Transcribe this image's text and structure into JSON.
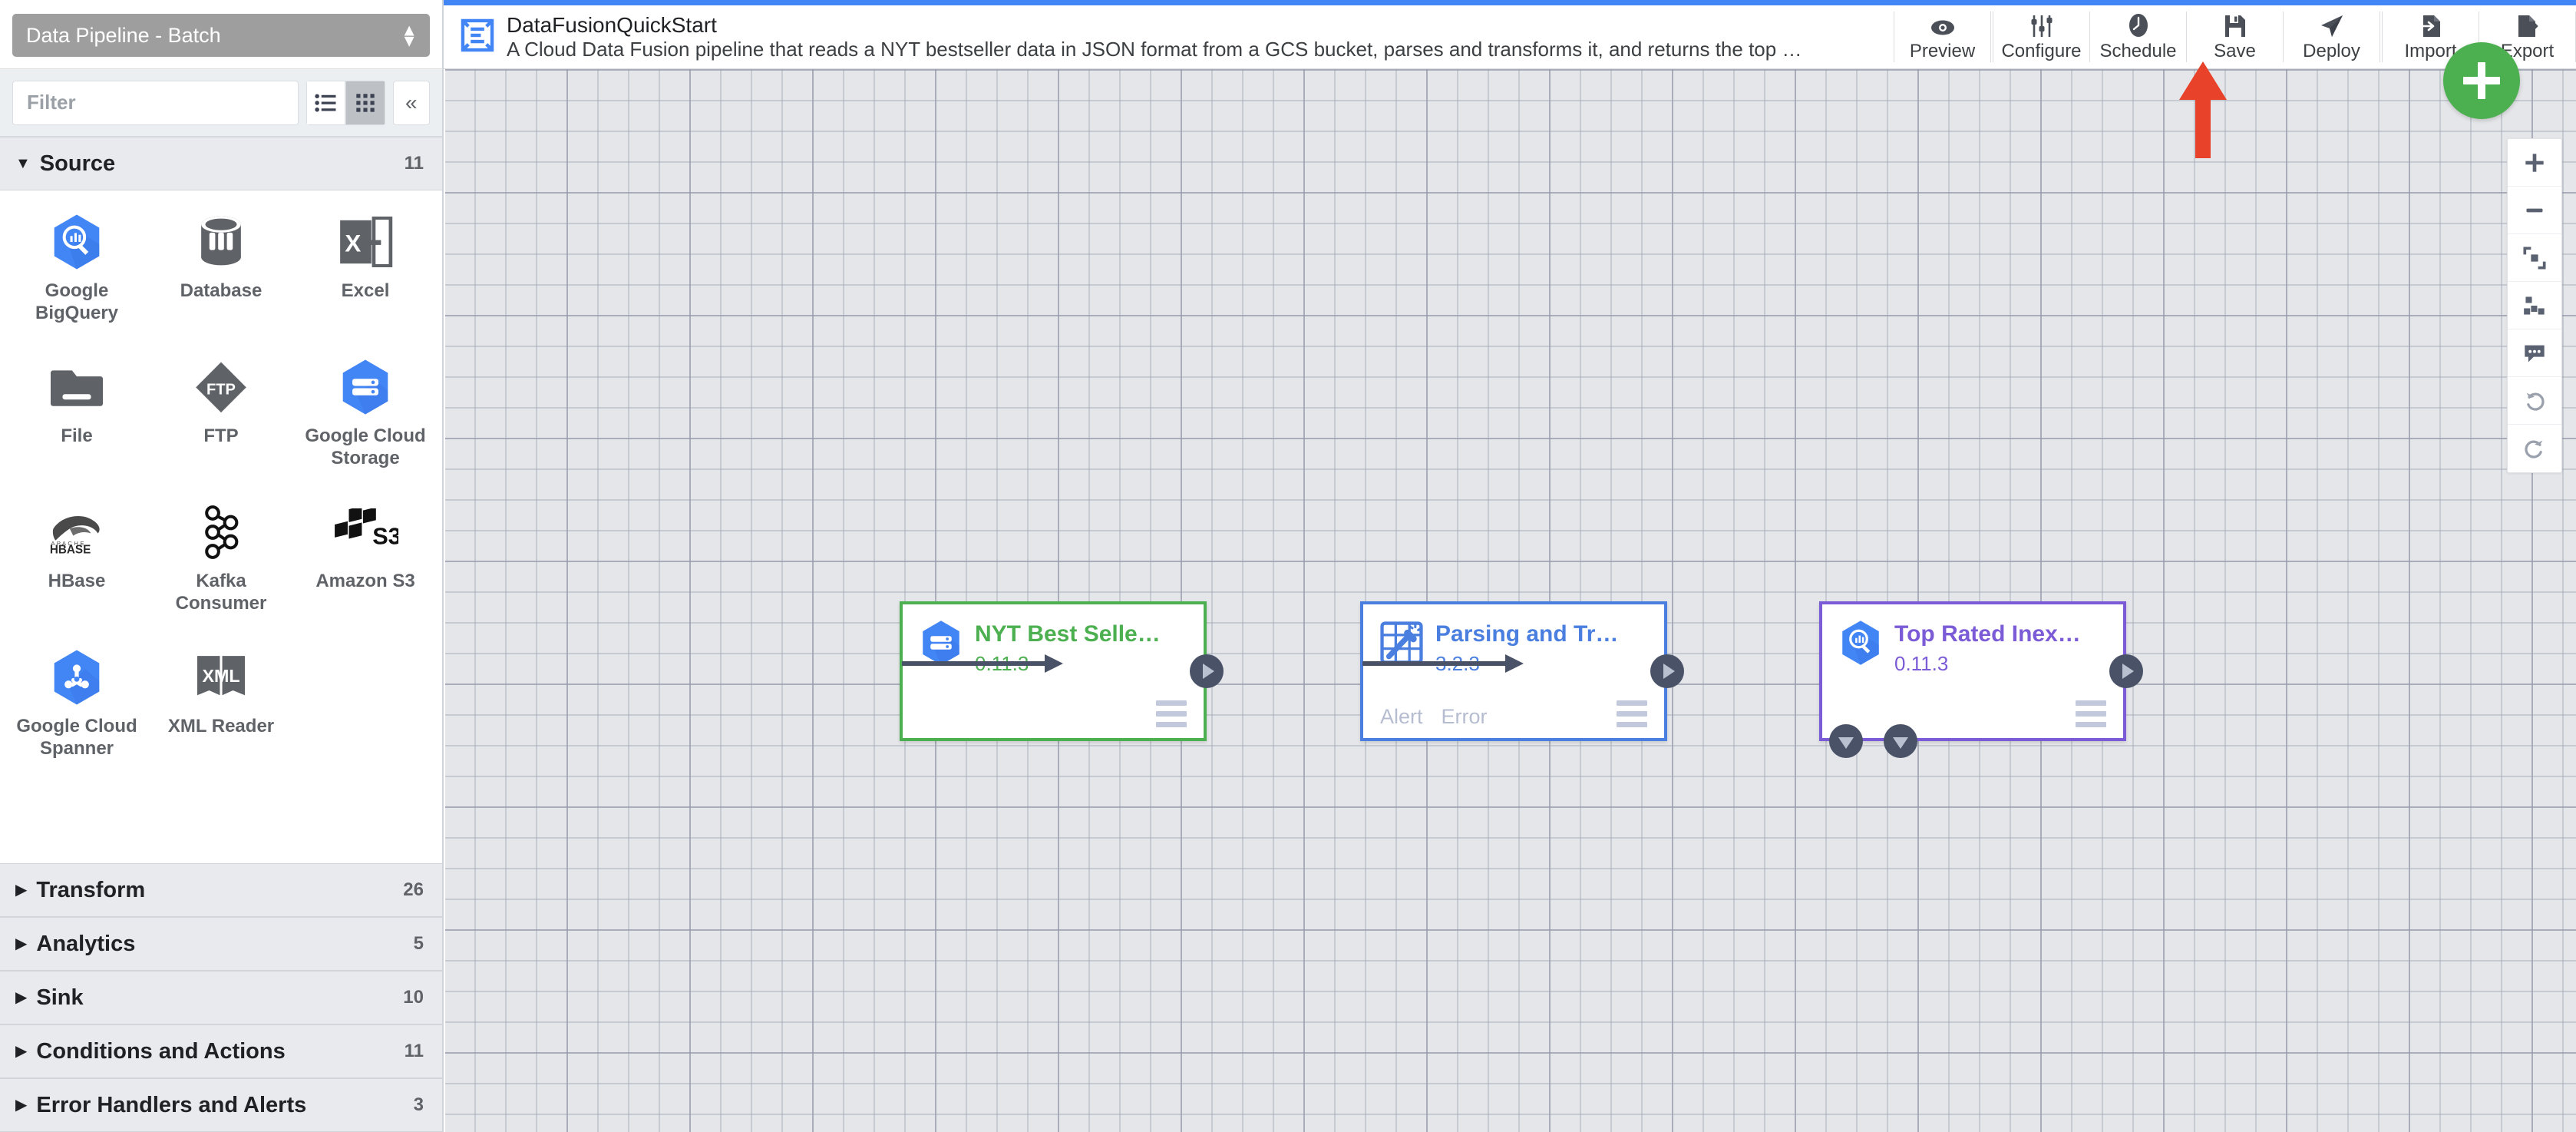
{
  "sidebar": {
    "pipeline_type": "Data Pipeline - Batch",
    "filter_placeholder": "Filter",
    "view_list_icon": "list-view-icon",
    "view_grid_icon": "grid-view-icon",
    "collapse_icon": "collapse-panel-icon",
    "sections": [
      {
        "name": "Source",
        "count": "11",
        "expanded": true
      },
      {
        "name": "Transform",
        "count": "26",
        "expanded": false
      },
      {
        "name": "Analytics",
        "count": "5",
        "expanded": false
      },
      {
        "name": "Sink",
        "count": "10",
        "expanded": false
      },
      {
        "name": "Conditions and Actions",
        "count": "11",
        "expanded": false
      },
      {
        "name": "Error Handlers and Alerts",
        "count": "3",
        "expanded": false
      }
    ],
    "plugins": [
      {
        "label": "Google BigQuery",
        "icon": "google-bigquery-icon"
      },
      {
        "label": "Database",
        "icon": "database-icon"
      },
      {
        "label": "Excel",
        "icon": "excel-icon"
      },
      {
        "label": "File",
        "icon": "file-folder-icon"
      },
      {
        "label": "FTP",
        "icon": "ftp-icon"
      },
      {
        "label": "Google Cloud Storage",
        "icon": "google-cloud-storage-icon"
      },
      {
        "label": "HBase",
        "icon": "hbase-icon"
      },
      {
        "label": "Kafka Consumer",
        "icon": "kafka-icon"
      },
      {
        "label": "Amazon S3",
        "icon": "amazon-s3-icon"
      },
      {
        "label": "Google Cloud Spanner",
        "icon": "google-cloud-spanner-icon"
      },
      {
        "label": "XML Reader",
        "icon": "xml-reader-icon"
      }
    ]
  },
  "toolbar": {
    "logo_icon": "data-fusion-pipeline-icon",
    "pipeline_name": "DataFusionQuickStart",
    "pipeline_description": "A Cloud Data Fusion pipeline that reads a NYT bestseller data in JSON format from a GCS bucket, parses and transforms it, and returns the top rated book…",
    "actions": [
      {
        "label": "Preview",
        "icon": "eye-icon"
      },
      {
        "label": "Configure",
        "icon": "sliders-icon"
      },
      {
        "label": "Schedule",
        "icon": "clock-icon"
      },
      {
        "label": "Save",
        "icon": "floppy-disk-icon"
      },
      {
        "label": "Deploy",
        "icon": "paper-plane-icon"
      },
      {
        "label": "Import",
        "icon": "import-file-icon"
      },
      {
        "label": "Export",
        "icon": "export-file-icon"
      }
    ],
    "add_button_icon": "plus-icon"
  },
  "canvas": {
    "controls": [
      {
        "name": "zoom-in",
        "icon": "plus-icon"
      },
      {
        "name": "zoom-out",
        "icon": "minus-icon"
      },
      {
        "name": "fit-to-screen",
        "icon": "fit-screen-icon"
      },
      {
        "name": "align-nodes",
        "icon": "align-nodes-icon"
      },
      {
        "name": "comments",
        "icon": "comment-bubble-icon"
      },
      {
        "name": "undo",
        "icon": "undo-icon"
      },
      {
        "name": "redo",
        "icon": "redo-icon"
      }
    ],
    "annotation": {
      "type": "red-arrow",
      "points_to": "Deploy",
      "color": "#e8432a"
    },
    "nodes": [
      {
        "name": "NYT Best Selle…",
        "version": "0.11.3",
        "icon": "google-cloud-storage-icon",
        "accent": "#4caf50",
        "ports": []
      },
      {
        "name": "Parsing and Tr…",
        "version": "3.2.3",
        "icon": "wrangler-icon",
        "accent": "#4a7fe0",
        "ports": [
          "Alert",
          "Error"
        ]
      },
      {
        "name": "Top Rated Inex…",
        "version": "0.11.3",
        "icon": "google-bigquery-icon",
        "accent": "#7c5cd6",
        "ports": []
      }
    ]
  }
}
